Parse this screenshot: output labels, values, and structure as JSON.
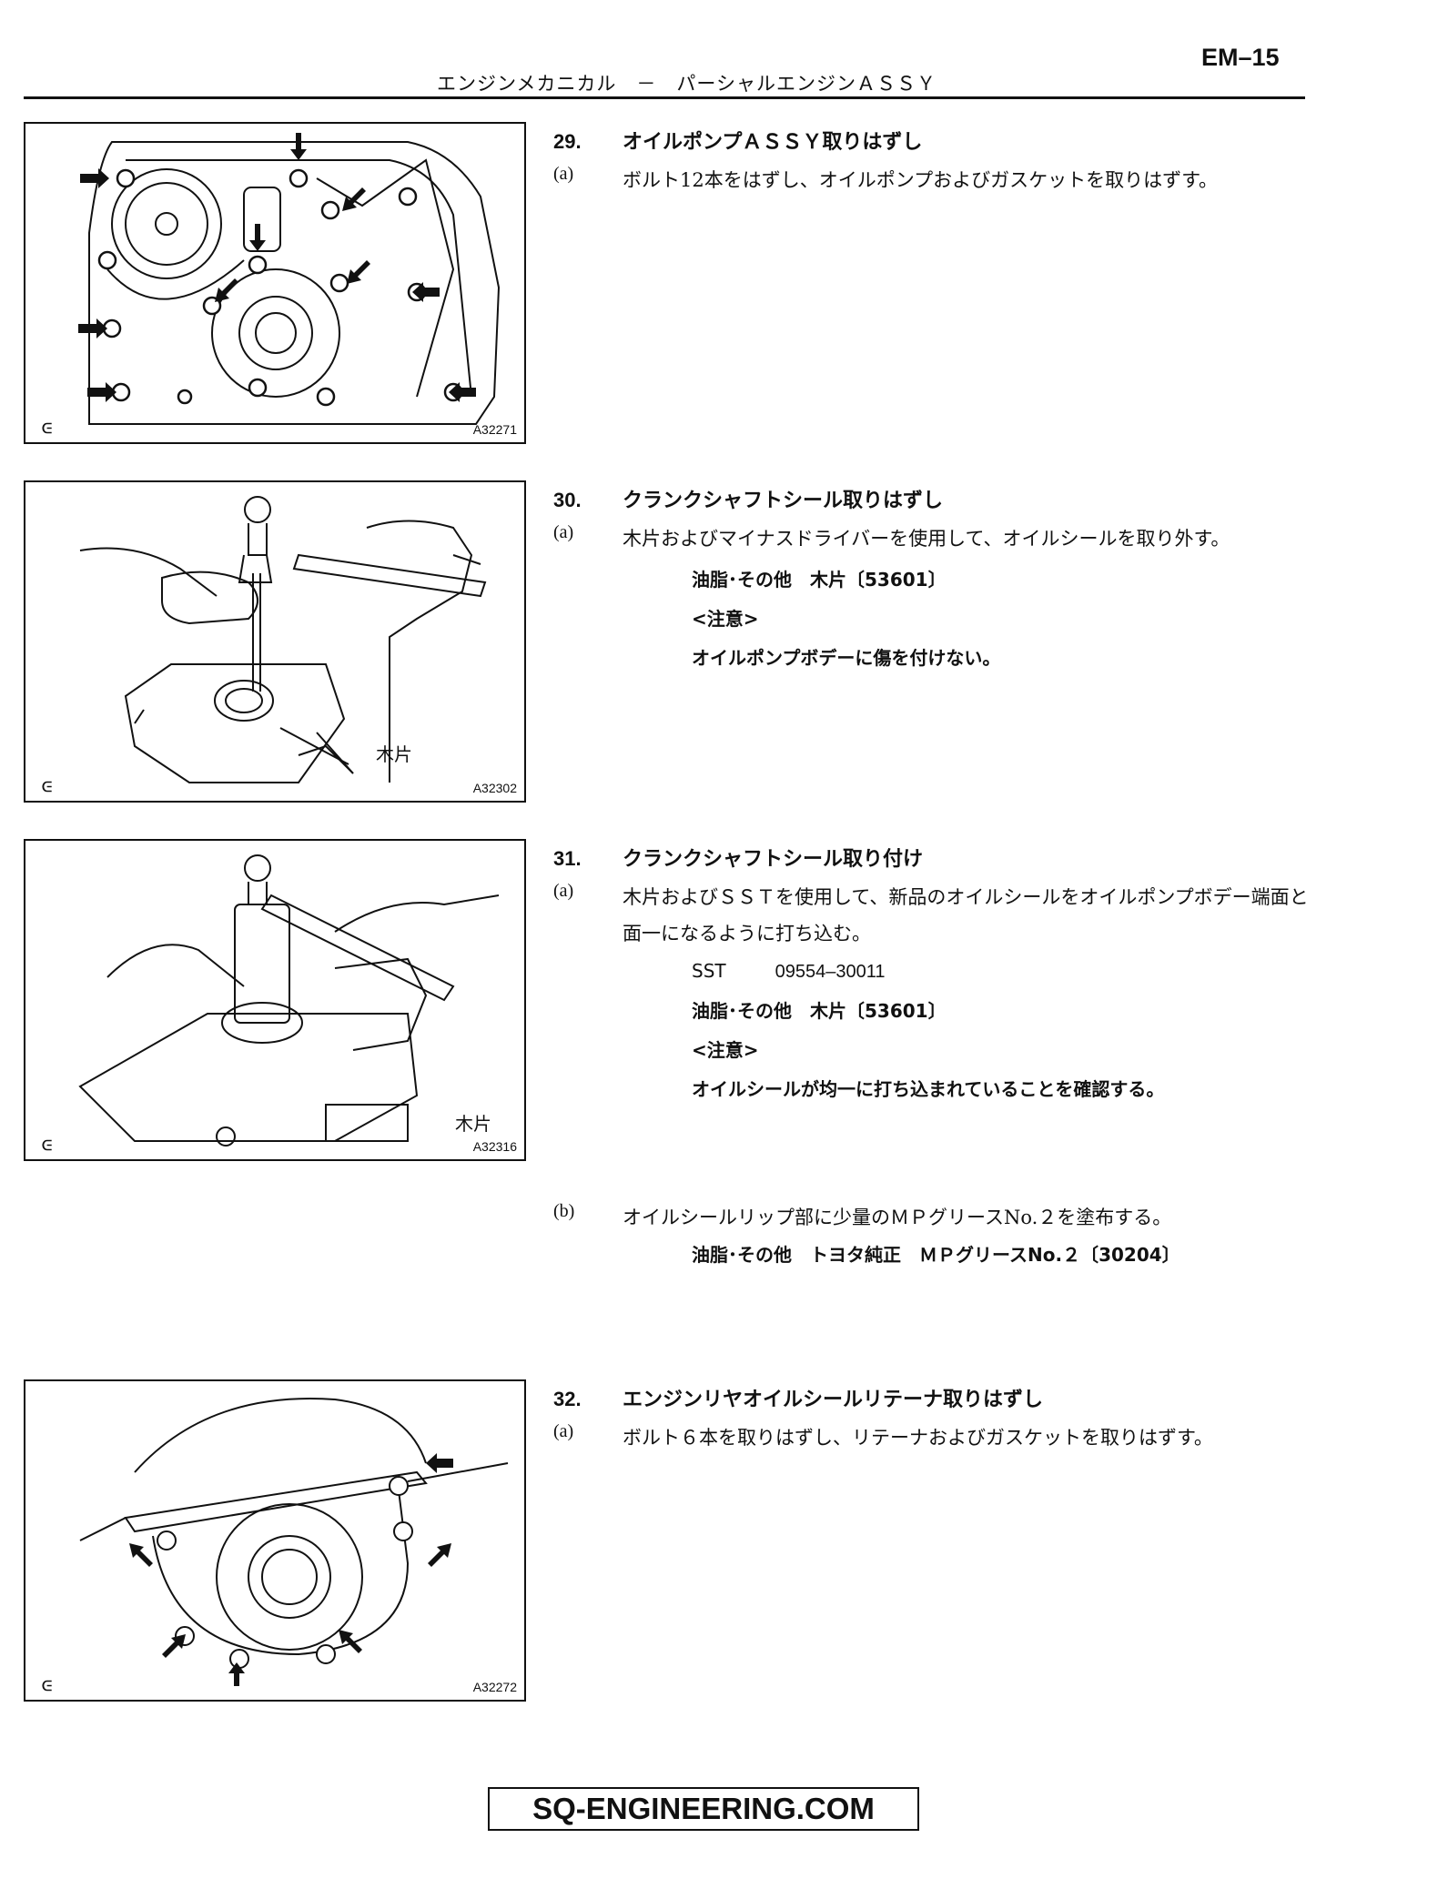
{
  "header": {
    "page_code": "EM–15",
    "running_title": "エンジンメカニカル　－　パーシャルエンジンＡＳＳＹ"
  },
  "figures": [
    {
      "id": "A32271",
      "callout": ""
    },
    {
      "id": "A32302",
      "callout": "木片"
    },
    {
      "id": "A32316",
      "callout": "木片"
    },
    {
      "id": "A32272",
      "callout": ""
    }
  ],
  "steps": [
    {
      "number": "29.",
      "title": "オイルポンプＡＳＳＹ取りはずし",
      "items": [
        {
          "letter": "(a)",
          "text": "ボルト12本をはずし、オイルポンプおよびガスケットを取りはずす。"
        }
      ]
    },
    {
      "number": "30.",
      "title": "クランクシャフトシール取りはずし",
      "items": [
        {
          "letter": "(a)",
          "text": "木片およびマイナスドライバーを使用して、オイルシールを取り外す。"
        }
      ],
      "notes": {
        "grease_label": "油脂･その他　木片〔53601〕",
        "caution_label": "<注意>",
        "caution_text": "オイルポンプボデーに傷を付けない。"
      }
    },
    {
      "number": "31.",
      "title": "クランクシャフトシール取り付け",
      "items": [
        {
          "letter": "(a)",
          "text": "木片およびＳＳＴを使用して、新品のオイルシールをオイルポンプボデー端面と面一になるように打ち込む。"
        },
        {
          "letter": "(b)",
          "text": "オイルシールリップ部に少量のＭＰグリースNo.２を塗布する。"
        }
      ],
      "notes": {
        "sst_label": "SST",
        "sst_value": "09554–30011",
        "grease_label": "油脂･その他　木片〔53601〕",
        "caution_label": "<注意>",
        "caution_text": "オイルシールが均一に打ち込まれていることを確認する。",
        "grease_b": "油脂･その他　トヨタ純正　ＭＰグリースNo.２〔30204〕"
      }
    },
    {
      "number": "32.",
      "title": "エンジンリヤオイルシールリテーナ取りはずし",
      "items": [
        {
          "letter": "(a)",
          "text": "ボルト６本を取りはずし、リテーナおよびガスケットを取りはずす。"
        }
      ]
    }
  ],
  "footer": {
    "watermark": "SQ-ENGINEERING.COM"
  },
  "colors": {
    "ink": "#111111",
    "paper": "#ffffff"
  }
}
